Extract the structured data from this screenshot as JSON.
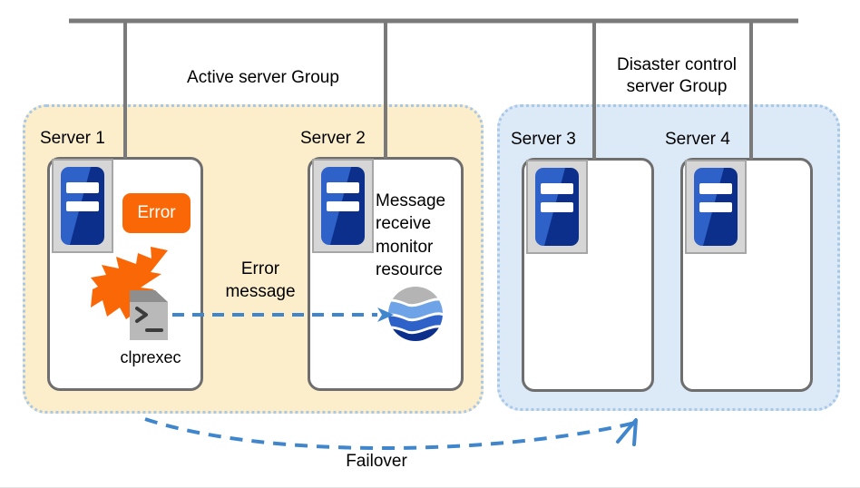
{
  "diagram": {
    "title": "EXPRESSCLUSTER message receive monitor failover diagram",
    "network": {
      "bus_label": "network-bus",
      "colors": {
        "line": "#7a7a7a"
      }
    },
    "groups": [
      {
        "id": "active",
        "caption": "Active server Group",
        "fill": "#fceecb",
        "border": "#a8c8e8"
      },
      {
        "id": "disaster",
        "caption": "Disaster control\nserver Group",
        "fill": "#dce9f7",
        "border": "#a8c8e8"
      }
    ],
    "servers": [
      {
        "id": "server-1",
        "label": "Server 1",
        "group": "active"
      },
      {
        "id": "server-2",
        "label": "Server 2",
        "group": "active"
      },
      {
        "id": "server-3",
        "label": "Server 3",
        "group": "disaster"
      },
      {
        "id": "server-4",
        "label": "Server 4",
        "group": "disaster"
      }
    ],
    "annotations": {
      "error_badge": "Error",
      "error_badge_color": "#f96706",
      "clprexec_label": "clprexec",
      "error_message_label": "Error\nmessage",
      "message_monitor_label": "Message\nreceive\nmonitor\nresource",
      "failover_label": "Failover"
    },
    "icons": {
      "server_machine": "server-icon",
      "command_script": "clprexec-terminal-document-icon",
      "spark": "error-spark-icon",
      "globe": "message-receive-globe-icon",
      "error_arrow": "error-message-arrow",
      "failover_arrow": "failover-arrow"
    },
    "colors": {
      "arrow_blue": "#3f86cd",
      "globe_gray": "#b4b4b4",
      "globe_light_blue": "#6fa3e8",
      "globe_mid_blue": "#2f62c8",
      "globe_navy": "#0b2f8a",
      "spark_orange": "#f96706",
      "doc_gray": "#b9b9b9",
      "box_stroke": "#6e6e6e"
    }
  }
}
